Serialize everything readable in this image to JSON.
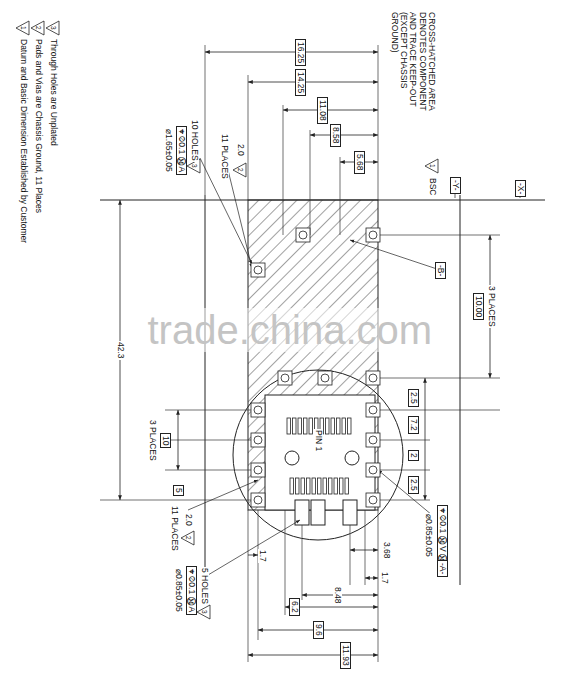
{
  "diagram": {
    "labels": [
      "1",
      "Datum and Basic Dimension Established by Customer",
      "2",
      "Pads and Vias are Chassis Ground, 11 Places",
      "3",
      "Through Holes are Unplated",
      "CROSS-HATCHED AREA DENOTES COMPONENT AND TRACE KEEP-OUT (EXCEPT CHASSIS GROUND)",
      "16.25",
      "14.25",
      "11.08",
      "8.58",
      "5.68",
      "2.0",
      "2",
      "11 PLACES",
      "⌀1.65±0.05",
      "⌖ ⌀0.1 Ⓜ A",
      "10 HOLES",
      "3",
      "BSC",
      "1",
      "-Y-",
      "-X-",
      "-B-",
      "trade.china.com",
      "42.3",
      "10.00",
      "3 PLACES",
      "2.5",
      "7.2",
      "2",
      "2.5",
      "PIN 1",
      "10",
      "3 PLACES",
      "5",
      "2.0",
      "2",
      "11 PLACES",
      "1.7",
      "3.68",
      "1.7",
      "8.48",
      "6.2",
      "9.6",
      "11.93",
      "⌀0.85±0.05",
      "⌖ ⌀0.1 Ⓜ V Ⓜ",
      "-A-",
      "⌀0.85±0.05",
      "⌖ ⌀0.1 Ⓜ A",
      "5 HOLES",
      "3"
    ]
  }
}
